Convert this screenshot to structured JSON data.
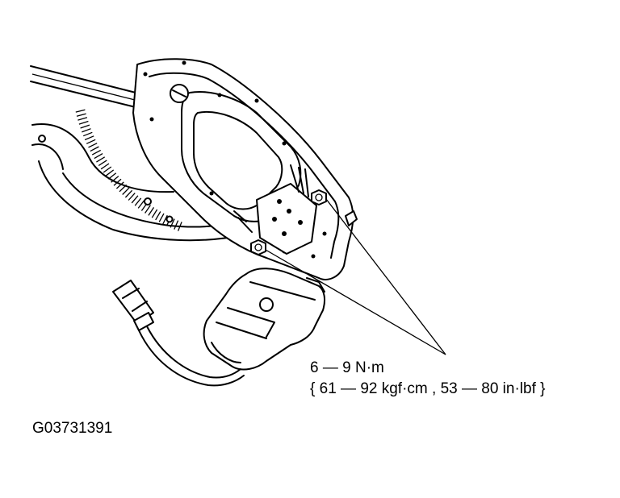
{
  "figure": {
    "torque_line": "6 — 9 N·m",
    "torque_alt_line": "{ 61 — 92 kgf·cm , 53 — 80 in·lbf }",
    "figure_code": "G03731391"
  }
}
